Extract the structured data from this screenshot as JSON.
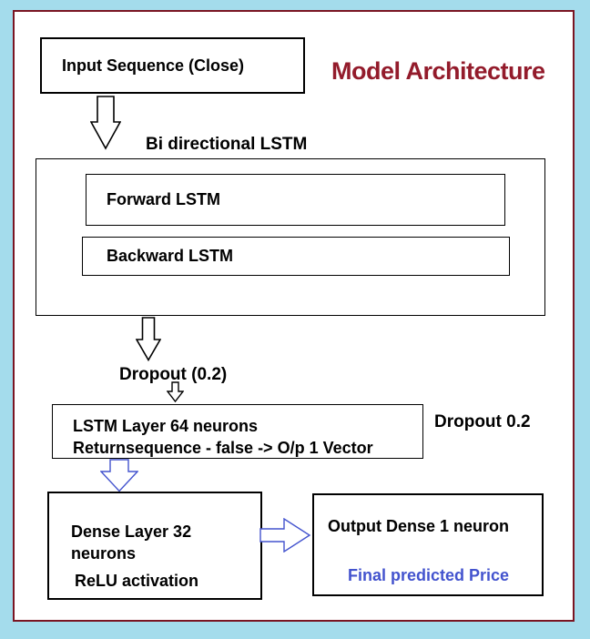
{
  "title": "Model Architecture",
  "colors": {
    "background": "#a4dcec",
    "panel_border": "#7a1522",
    "title_color": "#931b2b",
    "box_border": "#000000",
    "accent_blue": "#4353ce"
  },
  "diagram": {
    "input_box": "Input Sequence (Close)",
    "bilstm_label": "Bi directional LSTM",
    "forward_box": "Forward LSTM",
    "backward_box": "Backward LSTM",
    "dropout_label": "Dropout (0.2)",
    "lstm_box_line1": "LSTM Layer 64 neurons",
    "lstm_box_line2": "Returnsequence - false -> O/p 1 Vector",
    "dropout_side_label": "Dropout 0.2",
    "dense_box_line1": "Dense Layer 32 neurons",
    "dense_box_line2": "ReLU activation",
    "output_box_line1": "Output Dense 1 neuron",
    "output_box_line2": "Final predicted Price"
  },
  "icons": {
    "arrow_after_input": "down-arrow",
    "arrow_after_bilstm": "down-arrow",
    "arrow_after_dropout": "small-down-arrow",
    "arrow_after_lstm": "blue-down-arrow",
    "arrow_to_output": "blue-right-arrow"
  }
}
